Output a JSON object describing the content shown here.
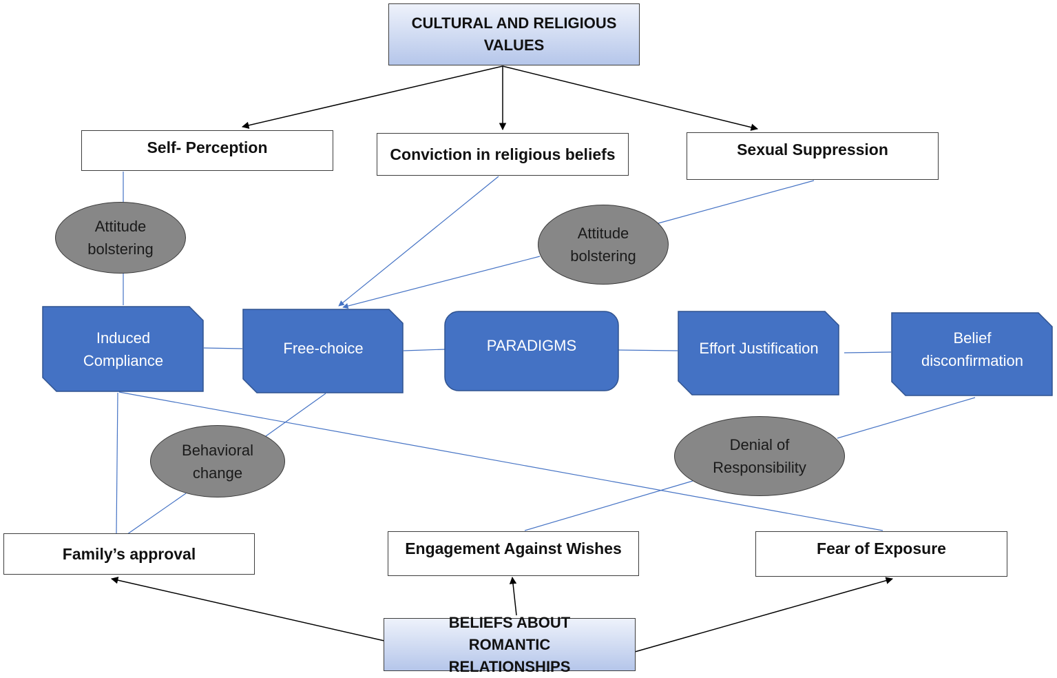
{
  "colors": {
    "node_fill": "#4472c4",
    "node_stroke": "#2f528f",
    "mediator_fill": "#878787",
    "connector_line": "#4472c4",
    "arrow": "#000000"
  },
  "top_box": {
    "label": "CULTURAL AND RELIGIOUS VALUES"
  },
  "bottom_box": {
    "label": "BELIEFS ABOUT ROMANTIC RELATIONSHIPS"
  },
  "value_boxes": {
    "self_perception": "Self- Perception",
    "conviction": "Conviction in religious beliefs",
    "sexual_suppression": "Sexual Suppression"
  },
  "relationship_boxes": {
    "family_approval": "Family’s approval",
    "engagement": "Engagement Against Wishes",
    "fear_exposure": "Fear of Exposure"
  },
  "paradigms": {
    "induced_compliance": "Induced Compliance",
    "free_choice": "Free-choice",
    "center": "PARADIGMS",
    "effort_justification": "Effort Justification",
    "belief_disconfirmation": "Belief disconfirmation"
  },
  "mediators": {
    "attitude_bolstering_left": "Attitude bolstering",
    "attitude_bolstering_right": "Attitude bolstering",
    "behavioral_change": "Behavioral change",
    "denial": "Denial of Responsibility"
  }
}
